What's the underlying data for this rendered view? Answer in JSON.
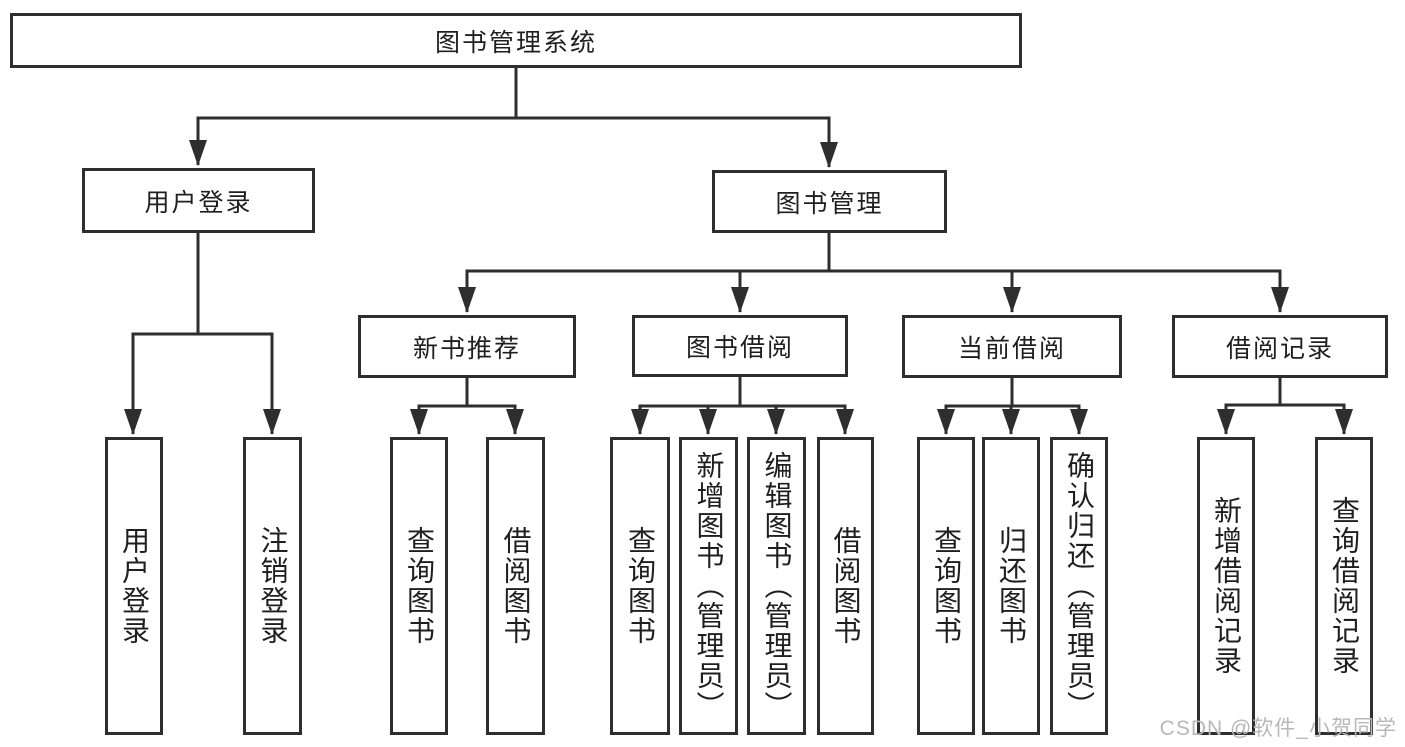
{
  "colors": {
    "background": "#ffffff",
    "line": "#2e2e2e",
    "box_border": "#2e2e2e",
    "text": "#1f1f1f",
    "watermark": "#b8b8b8"
  },
  "watermark": {
    "text": "CSDN @软件_小贺同学"
  },
  "nodes": {
    "root": {
      "label": "图书管理系统"
    },
    "user_login": {
      "label": "用户登录"
    },
    "book_mgmt": {
      "label": "图书管理"
    },
    "new_books": {
      "label": "新书推荐"
    },
    "book_borrow": {
      "label": "图书借阅"
    },
    "current_borrow": {
      "label": "当前借阅"
    },
    "borrow_records": {
      "label": "借阅记录"
    },
    "leaf_user_login": {
      "label": "用户登录"
    },
    "leaf_logout": {
      "label": "注销登录"
    },
    "leaf_nb_query": {
      "label": "查询图书"
    },
    "leaf_nb_borrow": {
      "label": "借阅图书"
    },
    "leaf_bb_query": {
      "label": "查询图书"
    },
    "leaf_bb_add": {
      "label": "新增图书（管理员）"
    },
    "leaf_bb_edit": {
      "label": "编辑图书（管理员）"
    },
    "leaf_bb_borrow": {
      "label": "借阅图书"
    },
    "leaf_cb_query": {
      "label": "查询图书"
    },
    "leaf_cb_return": {
      "label": "归还图书"
    },
    "leaf_cb_confirm": {
      "label": "确认归还（管理员）"
    },
    "leaf_br_add": {
      "label": "新增借阅记录"
    },
    "leaf_br_query": {
      "label": "查询借阅记录"
    }
  }
}
